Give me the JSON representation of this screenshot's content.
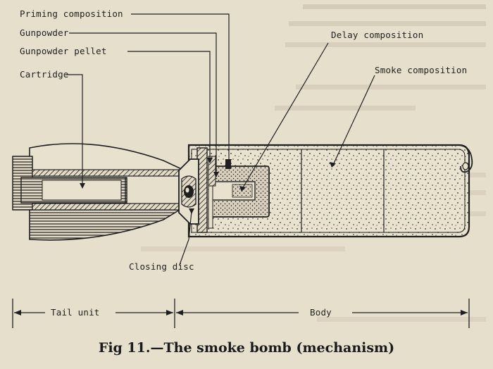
{
  "labels": {
    "priming_composition": "Priming composition",
    "gunpowder": "Gunpowder",
    "gunpowder_pellet": "Gunpowder pellet",
    "cartridge": "Cartridge",
    "delay_composition": "Delay composition",
    "smoke_composition": "Smoke composition",
    "closing_disc": "Closing disc",
    "tail_unit": "Tail unit",
    "body": "Body"
  },
  "caption": "Fig 11.—The smoke bomb (mechanism)",
  "colors": {
    "paper": "#e6dfcc",
    "ink": "#1f1f1f",
    "bleed_text": "#b3aa98"
  }
}
